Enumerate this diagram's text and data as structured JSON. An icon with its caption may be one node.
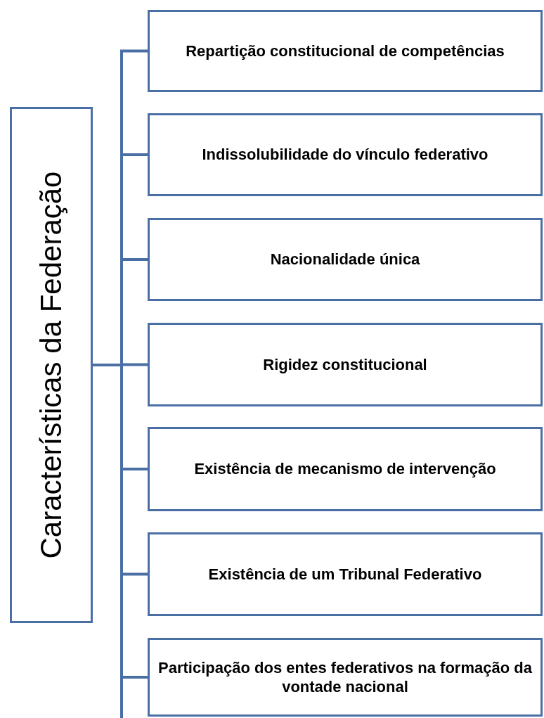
{
  "diagram": {
    "nodes": [
      {
        "text": [
          "Características da Federação"
        ]
      },
      {
        "text": [
          "Repartição constitucional de competências"
        ]
      },
      {
        "text": [
          "Indissolubilidade do vínculo federativo"
        ]
      },
      {
        "text": [
          "Nacionalidade única"
        ]
      },
      {
        "text": [
          "Rigidez constitucional"
        ]
      },
      {
        "text": [
          "Existência de mecanismo de intervenção"
        ]
      },
      {
        "text": [
          "Existência de um Tribunal Federativo"
        ]
      },
      {
        "text": [
          "Participação dos entes federativos na formação da vontade nacional"
        ]
      }
    ],
    "edges": [
      {
        "from": 0,
        "to": 1,
        "arrow": "none"
      },
      {
        "from": 0,
        "to": 2,
        "arrow": "none"
      },
      {
        "from": 0,
        "to": 3,
        "arrow": "none"
      },
      {
        "from": 0,
        "to": 4,
        "arrow": "none"
      },
      {
        "from": 0,
        "to": 5,
        "arrow": "none"
      },
      {
        "from": 0,
        "to": 6,
        "arrow": "none"
      },
      {
        "from": 0,
        "to": 7,
        "arrow": "none"
      }
    ]
  }
}
